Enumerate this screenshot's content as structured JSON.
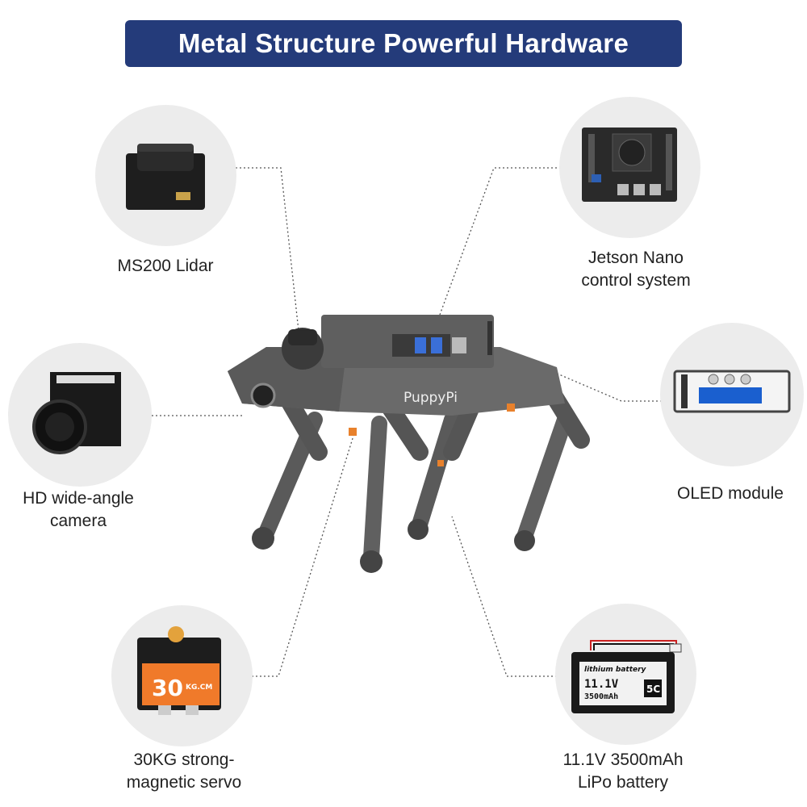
{
  "title": "Metal Structure Powerful Hardware",
  "robot_logo": "PuppyPi",
  "components": {
    "lidar": {
      "line1": "MS200 Lidar"
    },
    "jetson": {
      "line1": "Jetson Nano",
      "line2": "control system"
    },
    "camera": {
      "line1": "HD wide-angle",
      "line2": "camera"
    },
    "oled": {
      "line1": "OLED module"
    },
    "servo": {
      "line1": "30KG strong-",
      "line2": "magnetic servo",
      "badge": "30",
      "badge_unit": "KG.CM"
    },
    "battery": {
      "line1": "11.1V 3500mAh",
      "line2": "LiPo battery",
      "tag": "lithium battery",
      "voltage": "11.1V",
      "capacity": "3500mAh",
      "rate": "5C"
    }
  },
  "colors": {
    "title_bg": "#243b7a",
    "circle_bg": "#ececec",
    "servo_orange": "#f07a2a"
  }
}
